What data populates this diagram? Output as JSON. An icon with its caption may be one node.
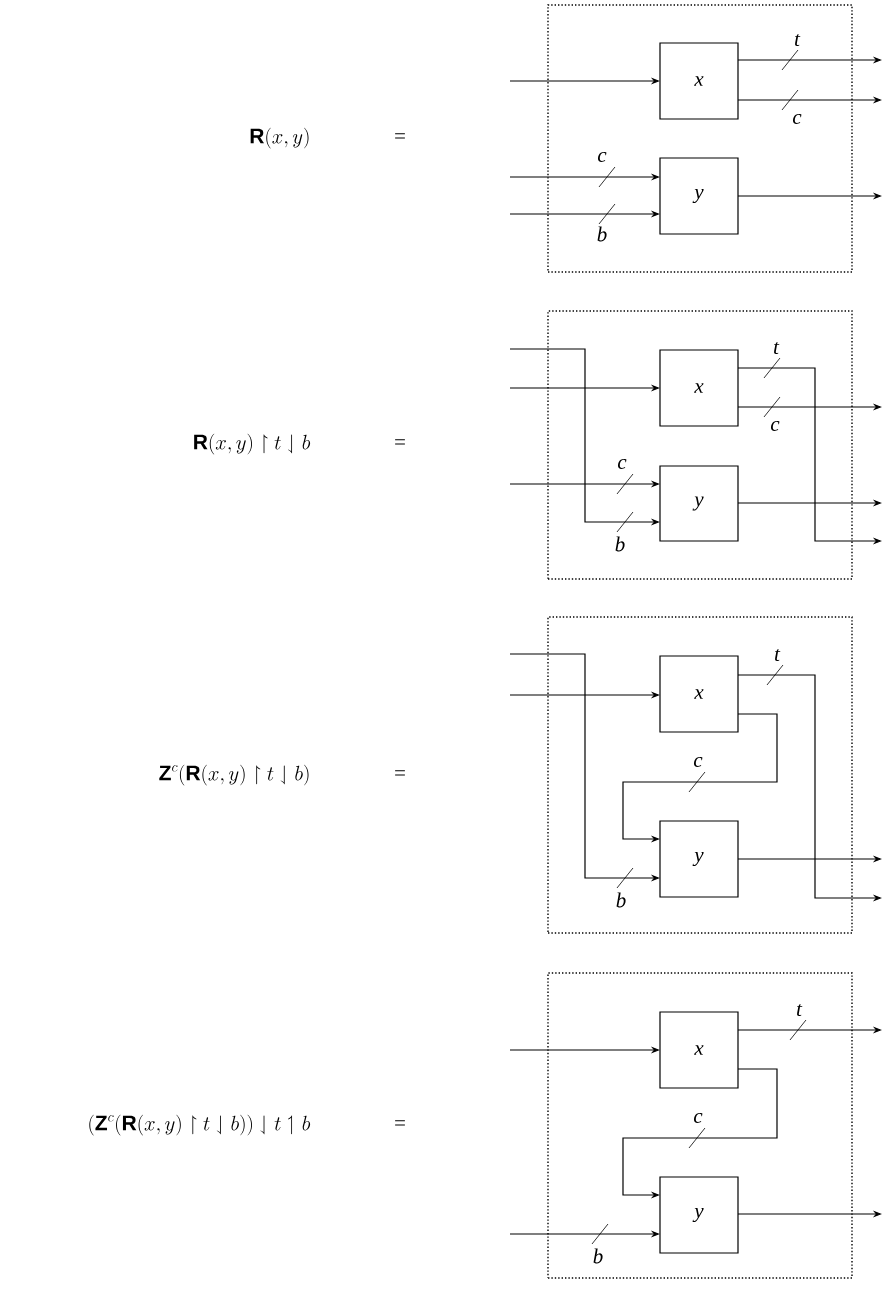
{
  "diagram": {
    "nodes": [
      {
        "text": [],
        "shape": "box"
      },
      {
        "text": [
          "x"
        ],
        "in": 0
      },
      {
        "text": [
          "y"
        ],
        "in": 0
      },
      {
        "text": [],
        "shape": "box"
      },
      {
        "text": [
          "x"
        ],
        "in": 3
      },
      {
        "text": [
          "y"
        ],
        "in": 3
      },
      {
        "text": [],
        "shape": "box"
      },
      {
        "text": [
          "x"
        ],
        "in": 6
      },
      {
        "text": [
          "y"
        ],
        "in": 6
      },
      {
        "text": [],
        "shape": "box"
      },
      {
        "text": [
          "x"
        ],
        "in": 9
      },
      {
        "text": [
          "y"
        ],
        "in": 9
      }
    ],
    "edges": [
      {
        "from": null,
        "to": 1,
        "arrow": "to"
      },
      {
        "from": 1,
        "to": null,
        "arrow": "to",
        "label": "t"
      },
      {
        "from": 1,
        "to": null,
        "arrow": "to",
        "label": "c"
      },
      {
        "from": null,
        "to": 2,
        "arrow": "to",
        "label": "c"
      },
      {
        "from": null,
        "to": 2,
        "arrow": "to",
        "label": "b"
      },
      {
        "from": 2,
        "to": null,
        "arrow": "to"
      },
      {
        "from": null,
        "to": 4,
        "arrow": "to"
      },
      {
        "from": null,
        "to": 5,
        "arrow": "to",
        "label": "b"
      },
      {
        "from": null,
        "to": 5,
        "arrow": "to",
        "label": "c"
      },
      {
        "from": 4,
        "to": null,
        "arrow": "to",
        "label": "t"
      },
      {
        "from": 4,
        "to": null,
        "arrow": "to",
        "label": "c"
      },
      {
        "from": 5,
        "to": null,
        "arrow": "to"
      },
      {
        "from": null,
        "to": 7,
        "arrow": "to"
      },
      {
        "from": null,
        "to": 8,
        "arrow": "to",
        "label": "b"
      },
      {
        "from": 7,
        "to": 8,
        "arrow": "to",
        "label": "c"
      },
      {
        "from": 7,
        "to": null,
        "arrow": "to",
        "label": "t"
      },
      {
        "from": 8,
        "to": null,
        "arrow": "to"
      },
      {
        "from": null,
        "to": 10,
        "arrow": "to"
      },
      {
        "from": 10,
        "to": null,
        "arrow": "to",
        "label": "t"
      },
      {
        "from": 10,
        "to": 11,
        "arrow": "to",
        "label": "c"
      },
      {
        "from": null,
        "to": 11,
        "arrow": "to",
        "label": "b"
      },
      {
        "from": 11,
        "to": null,
        "arrow": "to"
      }
    ],
    "labels": [
      "\\textsf{\\textbf{R}}(x, y)",
      "=",
      "\\textsf{\\textbf{R}}(x, y) \\upharpoonright t \\downharpoonleft b",
      "=",
      "\\textsf{\\textbf{Z}}^{c}(\\textsf{\\textbf{R}}(x, y) \\upharpoonright t \\downharpoonleft b)",
      "=",
      "(\\textsf{\\textbf{Z}}^{c}(\\textsf{\\textbf{R}}(x, y) \\upharpoonright t \\downharpoonleft b)) \\downharpoonleft t \\upharpoonleft b",
      "="
    ]
  }
}
